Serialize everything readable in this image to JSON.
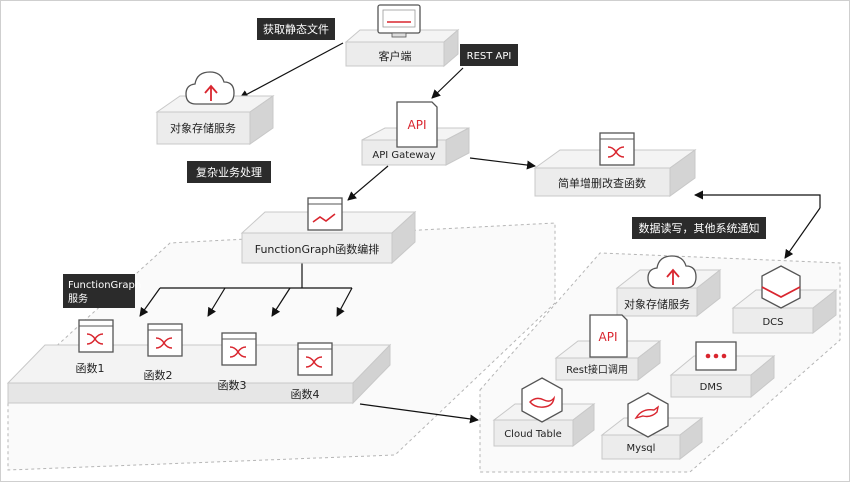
{
  "nodes": {
    "client": "客户端",
    "oss_top": "对象存储服务",
    "api_gateway": "API Gateway",
    "crud": "简单增删改查函数",
    "fg_orchestration": "FunctionGraph函数编排",
    "func1": "函数1",
    "func2": "函数2",
    "func3": "函数3",
    "func4": "函数4",
    "oss_right": "对象存储服务",
    "dcs": "DCS",
    "rest": "Rest接口调用",
    "dms": "DMS",
    "cloud_table": "Cloud Table",
    "mysql": "Mysql"
  },
  "tags": {
    "static_files": "获取静态文件",
    "rest_api": "REST API",
    "complex_business": "复杂业务处理",
    "data_rw": "数据读写，其他系统通知",
    "fg_service_line1": "FunctionGraph",
    "fg_service_line2": "服务"
  },
  "icons": {
    "api_glyph": "API"
  },
  "colors": {
    "accent": "#d9262f",
    "tag_bg": "#2b2b2b",
    "platform_top": "#f3f3f3",
    "platform_side": "#d4d4d4"
  }
}
